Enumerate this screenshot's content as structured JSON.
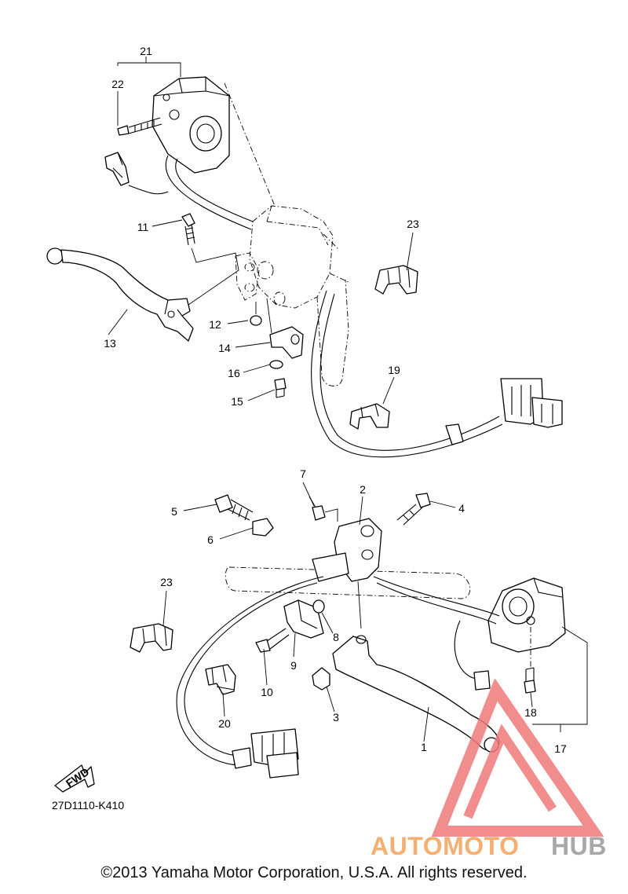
{
  "callouts": {
    "c1": "1",
    "c2": "2",
    "c3": "3",
    "c4": "4",
    "c5": "5",
    "c6": "6",
    "c7": "7",
    "c8": "8",
    "c9": "9",
    "c10": "10",
    "c11": "11",
    "c12": "12",
    "c13": "13",
    "c14": "14",
    "c15": "15",
    "c16": "16",
    "c17": "17",
    "c18": "18",
    "c19": "19",
    "c20": "20",
    "c21": "21",
    "c22": "22",
    "c23a": "23",
    "c23b": "23"
  },
  "fwd_label": "FWD",
  "diagram_code": "27D1110-K410",
  "watermark": {
    "part1": "AUTOMOTO",
    "part2": "HUB",
    "color1": "#f5a25a",
    "color2": "#9a9a9a",
    "logo_color": "#f07a7a"
  },
  "copyright": "©2013 Yamaha Motor Corporation, U.S.A. All rights reserved."
}
